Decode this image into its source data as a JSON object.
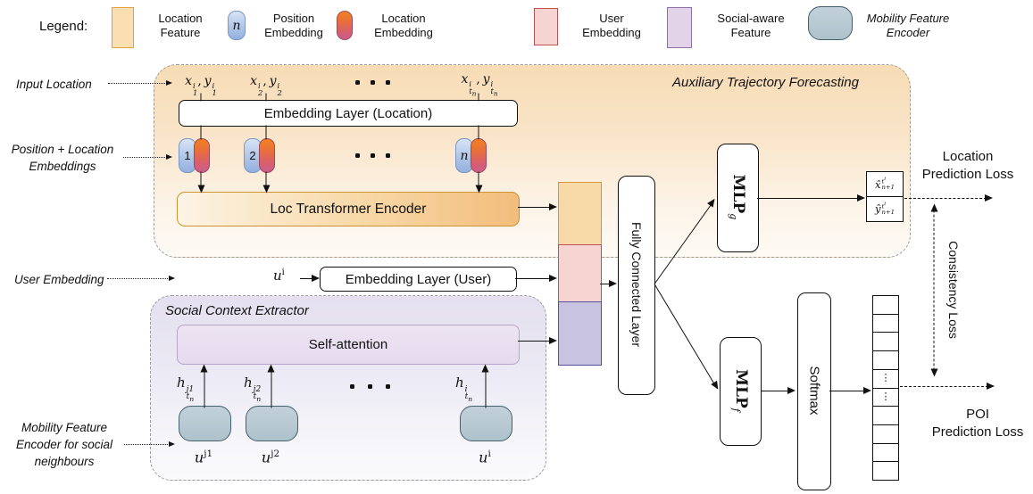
{
  "colors": {
    "location_feature_fill": "#f7d9a8",
    "location_feature_border": "#d2953a",
    "position_embedding_fill": "#b7cbe9",
    "position_embedding_border": "#7a97c6",
    "location_embedding_top": "#f3821f",
    "location_embedding_bottom": "#c95d8d",
    "user_embedding_fill": "#f6d4d1",
    "user_embedding_border": "#b9534f",
    "social_feature_fill": "#c7c3e0",
    "social_feature_border": "#56509a",
    "encoder_fill": "#b9cad3",
    "encoder_border": "#42606d",
    "trajectory_region_tint": "#f7dcb5",
    "social_region_tint": "#e4e0ef"
  },
  "legend": {
    "title": "Legend:",
    "items": [
      {
        "label_line1": "Location",
        "label_line2": "Feature"
      },
      {
        "symbol": "n",
        "label_line1": "Position",
        "label_line2": "Embedding"
      },
      {
        "label_line1": "Location",
        "label_line2": "Embedding"
      },
      {
        "label_line1": "User",
        "label_line2": "Embedding"
      },
      {
        "label_line1": "Social-aware",
        "label_line2": "Feature"
      },
      {
        "label_line1": "Mobility Feature",
        "label_line2": "Encoder"
      }
    ]
  },
  "annotations": {
    "input_location": "Input Location",
    "pos_loc_line1": "Position + Location",
    "pos_loc_line2": "Embeddings",
    "user_embedding": "User Embedding",
    "mobility_line1": "Mobility Feature",
    "mobility_line2": "Encoder for social",
    "mobility_line3": "neighbours"
  },
  "trajectory": {
    "title": "Auxiliary Trajectory Forecasting",
    "coord_1_html": "<i>x</i><span class='ss'><span>i</span><span>1</span></span>,&#8201;<i>y</i><span class='ss'><span>i</span><span>1</span></span>",
    "coord_2_html": "<i>x</i><span class='ss'><span>i</span><span>2</span></span>,&#8201;<i>y</i><span class='ss'><span>i</span><span>2</span></span>",
    "coord_n_html": "<i>x</i><span class='ss'><span>i</span><span>t<sub>n</sub></span></span>,&#8201;<i>y</i><span class='ss'><span>i</span><span>t<sub>n</sub></span></span>",
    "embedding_layer_location": "Embedding Layer (Location)",
    "pos_1": "1",
    "pos_2": "2",
    "pos_n": "n",
    "loc_transformer": "Loc Transformer Encoder"
  },
  "user_row": {
    "user_symbol_html": "<i>u</i><sup>i</sup>",
    "embedding_layer_user": "Embedding Layer (User)"
  },
  "social": {
    "title": "Social Context Extractor",
    "self_attention": "Self-attention",
    "h_1_html": "<i>h</i><span class='ss'><span>j1</span><span>t<sub>n</sub></span></span>",
    "h_2_html": "<i>h</i><span class='ss'><span>j2</span><span>t<sub>n</sub></span></span>",
    "h_3_html": "<i>h</i><span class='ss'><span>i</span><span>t<sub>n</sub></span></span>",
    "u_1_html": "<i>u</i><sup>j1</sup>",
    "u_2_html": "<i>u</i><sup>j2</sup>",
    "u_3_html": "<i>u</i><sup>i</sup>"
  },
  "pipeline": {
    "fully_connected_layer": "Fully Connected Layer",
    "mlp_g_html": "<b>MLP</b><sub><i>g</i></sub>",
    "mlp_f_html": "<b>MLP</b><sub><i>f</i></sub>",
    "softmax": "Softmax",
    "pred_x_html": "<i>x&#770;</i><span class='ss'><span><i>t</i><sup>i</sup></span><span>n+1</span></span>",
    "pred_y_html": "<i>y&#770;</i><span class='ss'><span><i>t</i><sup>i</sup></span><span>n+1</span></span>",
    "poi_vector_dots": "&#8942;"
  },
  "losses": {
    "location_line1": "Location",
    "location_line2": "Prediction Loss",
    "consistency": "Consistency Loss",
    "poi_line1": "POI",
    "poi_line2": "Prediction Loss"
  }
}
